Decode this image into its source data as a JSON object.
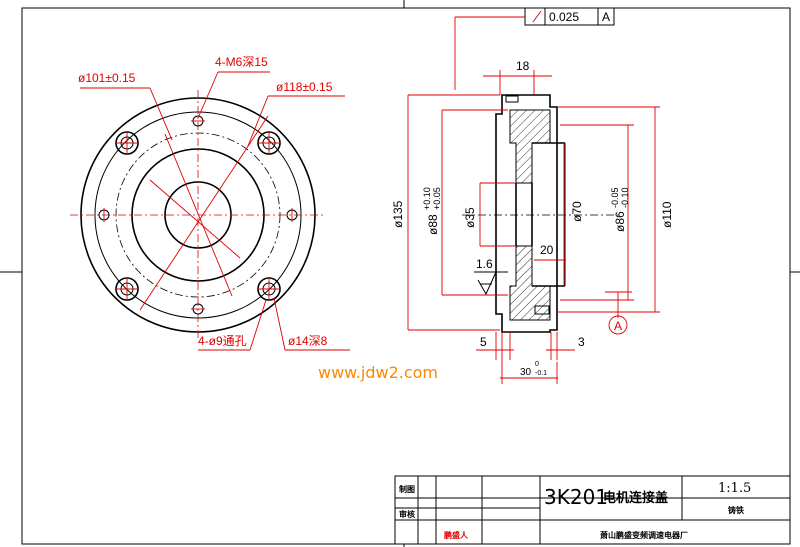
{
  "front_view": {
    "bolt_circle_dia": "ø101±0.15",
    "tapped_holes": "4-M6深15",
    "outer_circle_dia": "ø118±0.15",
    "through_holes": "4-ø9通孔",
    "counterbore": "ø14深8"
  },
  "section_view": {
    "runout_tolerance": "0.025",
    "runout_datum": "A",
    "dim_top_width": "18",
    "dia_135": "ø135",
    "dia_88": "ø88",
    "dia_88_tol_upper": "+0.10",
    "dia_88_tol_lower": "+0.05",
    "dia_35": "ø35",
    "dia_70": "ø70",
    "dia_86": "ø86",
    "dia_86_tol_upper": "-0.05",
    "dia_86_tol_lower": "-0.10",
    "dia_110": "ø110",
    "dim_20": "20",
    "roughness": "1.6",
    "dim_5": "5",
    "dim_3": "3",
    "dim_30": "30",
    "dim_30_tol_upper": "0",
    "dim_30_tol_lower": "-0.1",
    "datum_label": "A"
  },
  "watermark": "www.jdw2.com",
  "title_block": {
    "designed_by_label": "制图",
    "checked_by_label": "审核",
    "drawing_no": "3K201",
    "part_name": "电机连接盖",
    "scale": "1:1.5",
    "material": "铸铁",
    "sign_name": "鹏盛人",
    "company": "萧山鹏盛变频调速电器厂"
  }
}
